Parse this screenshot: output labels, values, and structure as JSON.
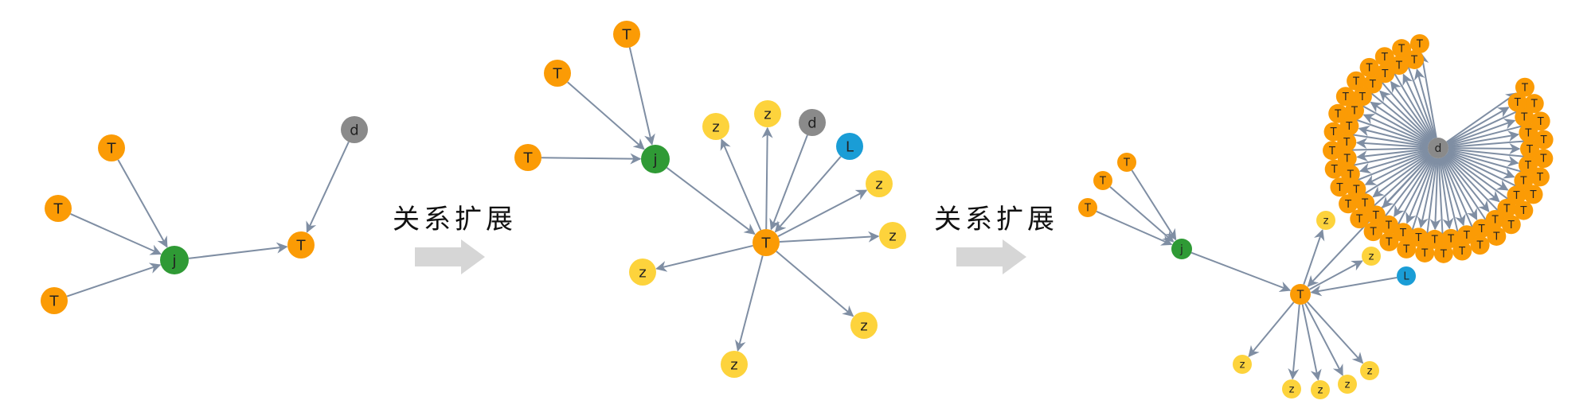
{
  "colors": {
    "edge": "#7f8ea3",
    "T": "#fb9b05",
    "j": "#2f9a35",
    "d": "#8a8a8a",
    "z": "#fdd33c",
    "L": "#1a9dd6",
    "arrow_block": "#d6d6d6"
  },
  "step_arrows": [
    {
      "label": "关系扩展"
    },
    {
      "label": "关系扩展"
    }
  ],
  "panels": [
    {
      "nodes": [
        {
          "id": "j",
          "label": "j",
          "type": "j"
        },
        {
          "id": "t1",
          "label": "T",
          "type": "T"
        },
        {
          "id": "t2",
          "label": "T",
          "type": "T"
        },
        {
          "id": "t3",
          "label": "T",
          "type": "T"
        },
        {
          "id": "tc",
          "label": "T",
          "type": "T"
        },
        {
          "id": "d",
          "label": "d",
          "type": "d"
        }
      ],
      "edges": [
        [
          "t1",
          "j"
        ],
        [
          "t2",
          "j"
        ],
        [
          "t3",
          "j"
        ],
        [
          "j",
          "tc"
        ],
        [
          "d",
          "tc"
        ]
      ]
    },
    {
      "nodes": [
        {
          "id": "t1",
          "label": "T",
          "type": "T"
        },
        {
          "id": "t2",
          "label": "T",
          "type": "T"
        },
        {
          "id": "t3",
          "label": "T",
          "type": "T"
        },
        {
          "id": "j",
          "label": "j",
          "type": "j"
        },
        {
          "id": "tc",
          "label": "T",
          "type": "T"
        },
        {
          "id": "z1",
          "label": "z",
          "type": "z"
        },
        {
          "id": "z2",
          "label": "z",
          "type": "z"
        },
        {
          "id": "d",
          "label": "d",
          "type": "d"
        },
        {
          "id": "L",
          "label": "L",
          "type": "L"
        },
        {
          "id": "z3",
          "label": "z",
          "type": "z"
        },
        {
          "id": "z4",
          "label": "z",
          "type": "z"
        },
        {
          "id": "z5",
          "label": "z",
          "type": "z"
        },
        {
          "id": "z6",
          "label": "z",
          "type": "z"
        },
        {
          "id": "z7",
          "label": "z",
          "type": "z"
        }
      ],
      "edges": [
        [
          "t1",
          "j"
        ],
        [
          "t2",
          "j"
        ],
        [
          "t3",
          "j"
        ],
        [
          "j",
          "tc"
        ],
        [
          "d",
          "tc"
        ],
        [
          "L",
          "tc"
        ],
        [
          "tc",
          "z1"
        ],
        [
          "tc",
          "z2"
        ],
        [
          "tc",
          "z3"
        ],
        [
          "tc",
          "z4"
        ],
        [
          "tc",
          "z5"
        ],
        [
          "tc",
          "z6"
        ],
        [
          "tc",
          "z7"
        ]
      ]
    },
    {
      "nodes": [
        {
          "id": "t1",
          "label": "T",
          "type": "T"
        },
        {
          "id": "t2",
          "label": "T",
          "type": "T"
        },
        {
          "id": "t3",
          "label": "T",
          "type": "T"
        },
        {
          "id": "j",
          "label": "j",
          "type": "j"
        },
        {
          "id": "tc",
          "label": "T",
          "type": "T"
        },
        {
          "id": "L",
          "label": "L",
          "type": "L"
        },
        {
          "id": "z1",
          "label": "z",
          "type": "z"
        },
        {
          "id": "z2",
          "label": "z",
          "type": "z"
        },
        {
          "id": "z3",
          "label": "z",
          "type": "z"
        },
        {
          "id": "z4",
          "label": "z",
          "type": "z"
        },
        {
          "id": "z5",
          "label": "z",
          "type": "z"
        },
        {
          "id": "z6",
          "label": "z",
          "type": "z"
        },
        {
          "id": "z7",
          "label": "z",
          "type": "z"
        },
        {
          "id": "d",
          "label": "d",
          "type": "d"
        }
      ],
      "edges": [
        [
          "t1",
          "j"
        ],
        [
          "t2",
          "j"
        ],
        [
          "t3",
          "j"
        ],
        [
          "j",
          "tc"
        ],
        [
          "L",
          "tc"
        ],
        [
          "d",
          "tc"
        ],
        [
          "tc",
          "z1"
        ],
        [
          "tc",
          "z2"
        ],
        [
          "tc",
          "z3"
        ],
        [
          "tc",
          "z4"
        ],
        [
          "tc",
          "z5"
        ],
        [
          "tc",
          "z6"
        ],
        [
          "tc",
          "z7"
        ]
      ],
      "hub": {
        "id": "d",
        "target_label": "T",
        "target_type": "T",
        "target_count": 59
      }
    }
  ]
}
